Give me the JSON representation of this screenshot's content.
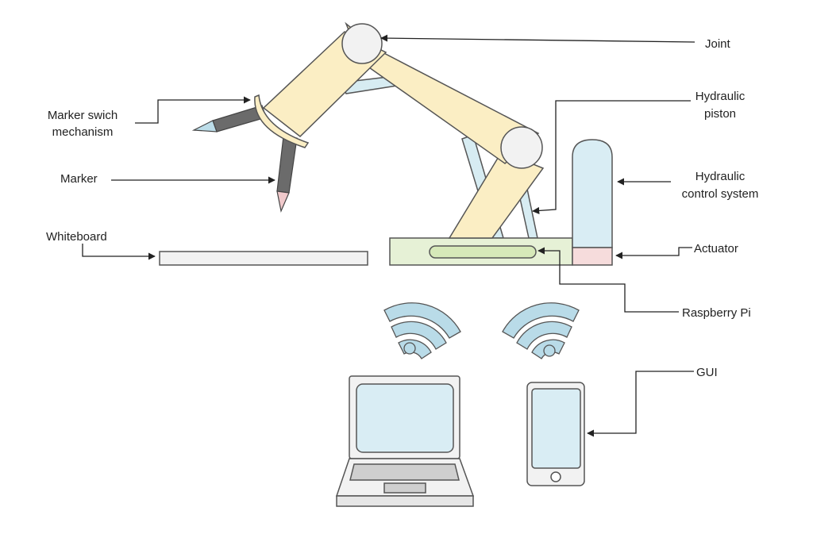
{
  "labels": {
    "joint": "Joint",
    "hydraulic_piston_line1": "Hydraulic",
    "hydraulic_piston_line2": "piston",
    "hydraulic_control_line1": "Hydraulic",
    "hydraulic_control_line2": "control system",
    "actuator": "Actuator",
    "raspberry_pi": "Raspberry Pi",
    "gui": "GUI",
    "marker_switch_line1": "Marker swich",
    "marker_switch_line2": "mechanism",
    "marker": "Marker",
    "whiteboard": "Whiteboard"
  },
  "icons": {
    "wifi_left": "wifi-icon",
    "wifi_right": "wifi-icon",
    "laptop": "laptop-icon",
    "phone": "smartphone-icon"
  },
  "colors": {
    "arm": "#fbeec4",
    "strut": "#d7ecf2",
    "base": "#e6f1d6",
    "pi_board": "#d6e9b9",
    "cylinder": "#d9edf4",
    "actuator": "#f6dcdc",
    "marker_body": "#6b6b6b",
    "marker_tip_blue": "#bcdde9",
    "marker_tip_pink": "#f0c9cb",
    "wifi": "#b9dbe8",
    "screen": "#d9edf4",
    "device": "#f2f2f2",
    "stroke": "#555555"
  }
}
